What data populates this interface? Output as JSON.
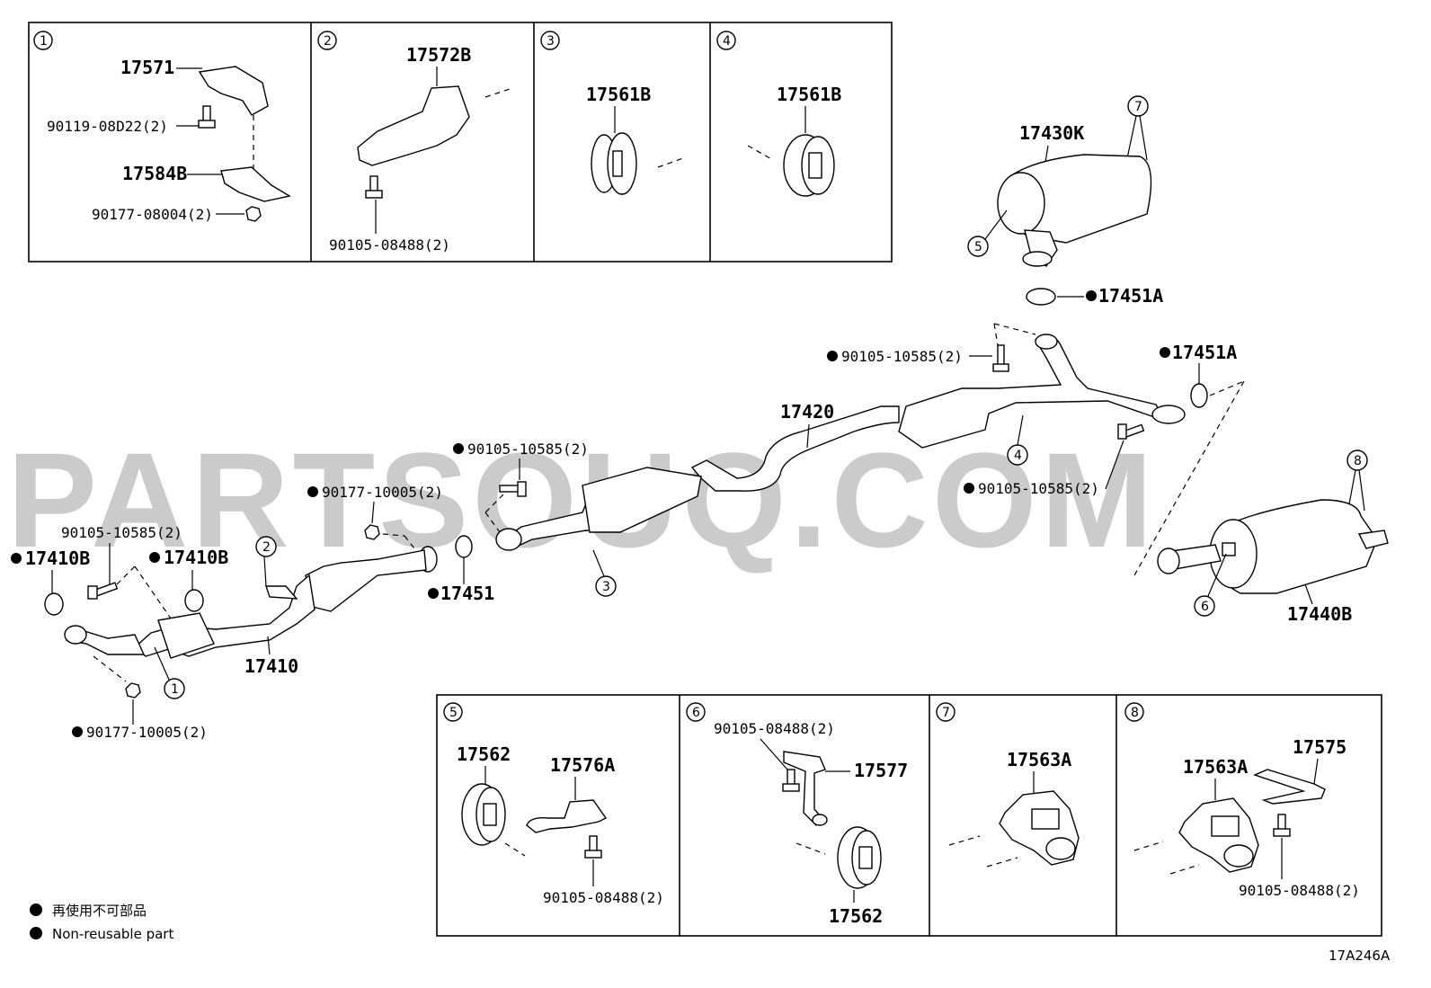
{
  "watermark": "PARTSOUQ.COM",
  "diagram_code": "17A246A",
  "legend": {
    "jp": "再使用不可部品",
    "en": "Non-reusable part"
  },
  "top_panels": [
    {
      "index": "1",
      "labels": [
        "17571",
        "90119-08D22(2)",
        "17584B",
        "90177-08004(2)"
      ]
    },
    {
      "index": "2",
      "labels": [
        "17572B",
        "90105-08488(2)"
      ]
    },
    {
      "index": "3",
      "labels": [
        "17561B"
      ]
    },
    {
      "index": "4",
      "labels": [
        "17561B"
      ]
    }
  ],
  "bottom_panels": [
    {
      "index": "5",
      "labels": [
        "17562",
        "17576A",
        "90105-08488(2)"
      ]
    },
    {
      "index": "6",
      "labels": [
        "90105-08488(2)",
        "17577",
        "17562"
      ]
    },
    {
      "index": "7",
      "labels": [
        "17563A"
      ]
    },
    {
      "index": "8",
      "labels": [
        "17563A",
        "17575",
        "90105-08488(2)"
      ]
    }
  ],
  "main": {
    "muffler_top": "17430K",
    "gasket_a1": "17451A",
    "bolt_a": "90105-10585(2)",
    "gasket_a2": "17451A",
    "pipe_center": "17420",
    "bolt_b": "90105-10585(2)",
    "bolt_c": "90105-10585(2)",
    "nut_a": "90177-10005(2)",
    "bolt_d": "90105-10585(2)",
    "gasket_b1": "17410B",
    "gasket_b2": "17410B",
    "gasket_c": "17451",
    "pipe_front": "17410",
    "nut_b": "90177-10005(2)",
    "muffler_tail": "17440B"
  },
  "callouts": [
    "1",
    "2",
    "3",
    "4",
    "5",
    "6",
    "7",
    "8"
  ]
}
